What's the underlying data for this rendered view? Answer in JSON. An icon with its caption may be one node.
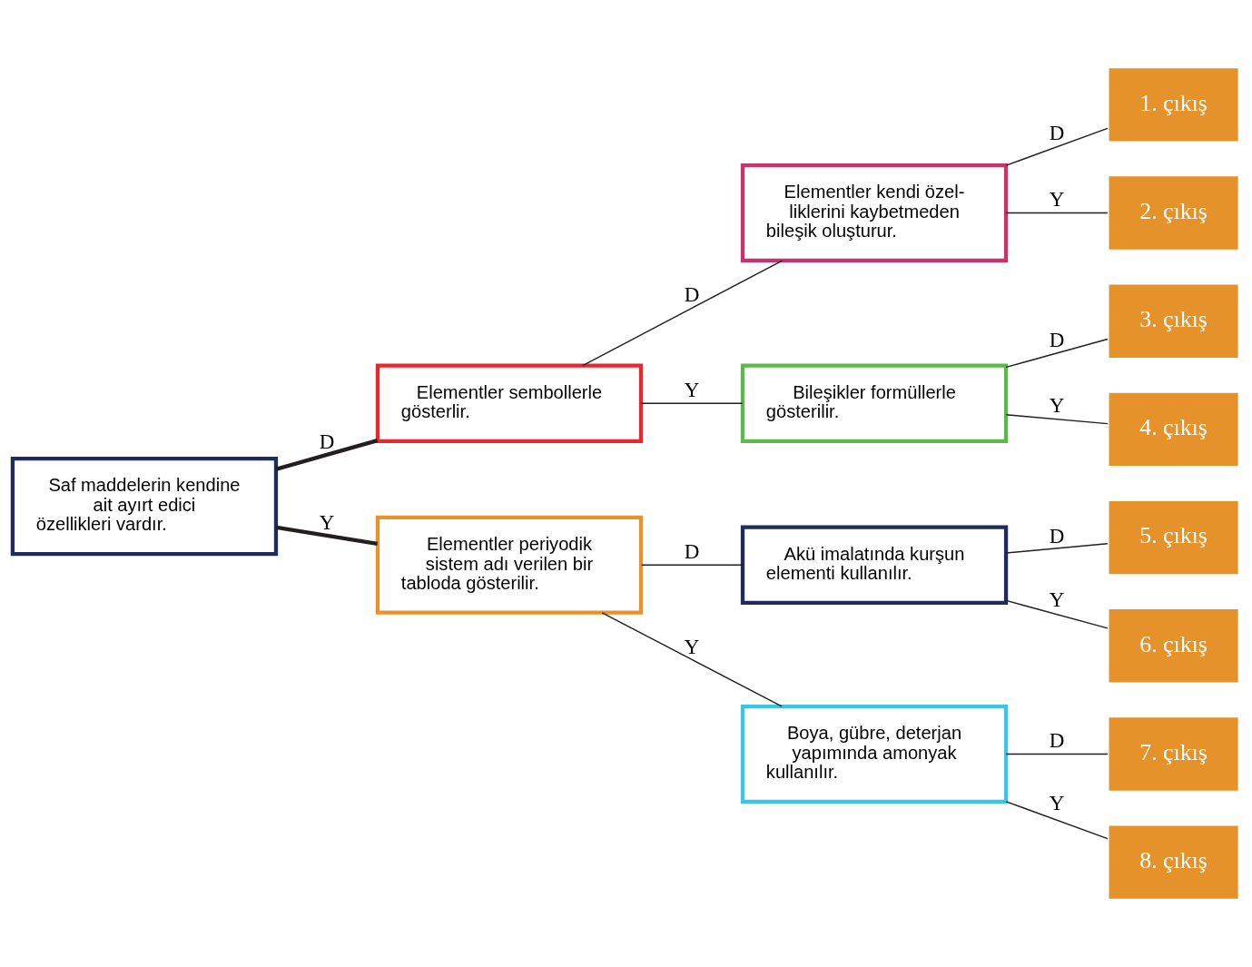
{
  "diagram": {
    "nodes": [
      {
        "text": [
          "Saf maddelerin kendine ait ayırt edici özellikleri vardır."
        ]
      },
      {
        "text": [
          "Elementler sembollerle gösterlir."
        ]
      },
      {
        "text": [
          "Elementler kendi özel-liklerini kaybetmeden bileşik oluşturur."
        ]
      },
      {
        "text": [
          "Bileşikler formüllerle gösterilir."
        ]
      },
      {
        "text": [
          "Elementler periyodik sistem adı verilen bir tabloda gösterilir."
        ]
      },
      {
        "text": [
          "Akü imalatında kurşun elementi kullanılır."
        ]
      },
      {
        "text": [
          "Boya, gübre, deterjan yapımında amonyak kullanılır."
        ]
      },
      {
        "text": [
          "1. çıkış"
        ]
      },
      {
        "text": [
          "2. çıkış"
        ]
      },
      {
        "text": [
          "3. çıkış"
        ]
      },
      {
        "text": [
          "4. çıkış"
        ]
      },
      {
        "text": [
          "5. çıkış"
        ]
      },
      {
        "text": [
          "6. çıkış"
        ]
      },
      {
        "text": [
          "7. çıkış"
        ]
      },
      {
        "text": [
          "8. çıkış"
        ]
      }
    ],
    "edges": [
      {
        "from": 0,
        "to": 1,
        "arrow": "none",
        "label": "D",
        "style": "thick"
      },
      {
        "from": 0,
        "to": 4,
        "arrow": "none",
        "label": "Y",
        "style": "thick"
      },
      {
        "from": 1,
        "to": 2,
        "arrow": "none",
        "label": "D"
      },
      {
        "from": 1,
        "to": 3,
        "arrow": "none",
        "label": "Y"
      },
      {
        "from": 4,
        "to": 5,
        "arrow": "none",
        "label": "D"
      },
      {
        "from": 4,
        "to": 6,
        "arrow": "none",
        "label": "Y"
      },
      {
        "from": 2,
        "to": 7,
        "arrow": "none",
        "label": "D"
      },
      {
        "from": 2,
        "to": 8,
        "arrow": "none",
        "label": "Y"
      },
      {
        "from": 3,
        "to": 9,
        "arrow": "none",
        "label": "D"
      },
      {
        "from": 3,
        "to": 10,
        "arrow": "none",
        "label": "Y"
      },
      {
        "from": 5,
        "to": 11,
        "arrow": "none",
        "label": "D"
      },
      {
        "from": 5,
        "to": 12,
        "arrow": "none",
        "label": "Y"
      },
      {
        "from": 6,
        "to": 13,
        "arrow": "none",
        "label": "D"
      },
      {
        "from": 6,
        "to": 14,
        "arrow": "none",
        "label": "Y"
      }
    ]
  }
}
